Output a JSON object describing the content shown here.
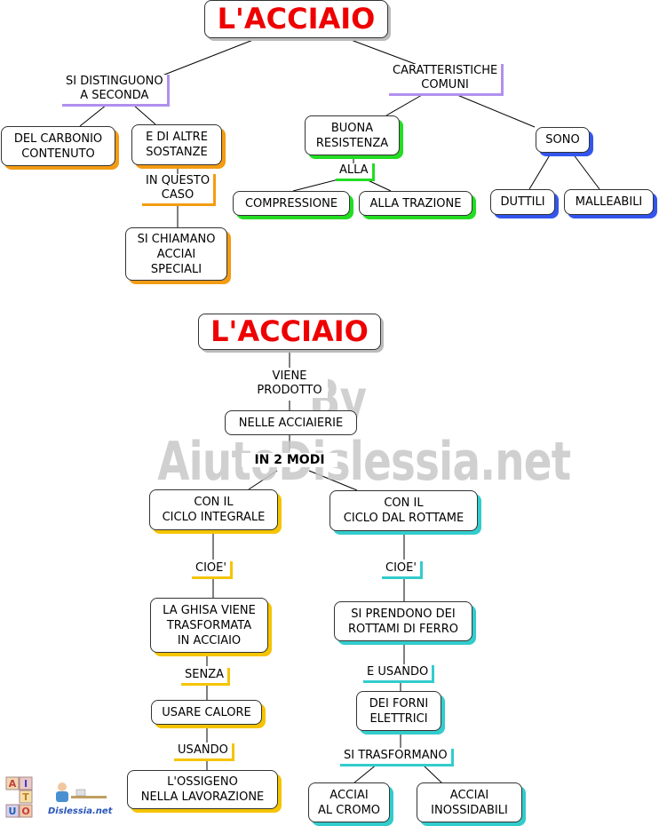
{
  "map1": {
    "title": "L'ACCIAIO",
    "labels": {
      "distinguish": "SI DISTINGUONO\nA SECONDA",
      "in_this_case": "IN QUESTO\nCASO",
      "common": "CARATTERISTICHE\nCOMUNI",
      "alla": "ALLA"
    },
    "nodes": {
      "carbon": "DEL CARBONIO\nCONTENUTO",
      "other": "E DI ALTRE\nSOSTANZE",
      "special": "SI CHIAMANO\nACCIAI\nSPECIALI",
      "resistance": "BUONA\nRESISTENZA",
      "compression": "COMPRESSIONE",
      "traction": "ALLA TRAZIONE",
      "sono": "SONO",
      "ductile": "DUTTILI",
      "malleable": "MALLEABILI"
    }
  },
  "map2": {
    "title": "L'ACCIAIO",
    "labels": {
      "produced": "VIENE\nPRODOTTO",
      "two_ways": "IN 2 MODI",
      "cioe_left": "CIOE'",
      "cioe_right": "CIOE'",
      "senza": "SENZA",
      "usando": "USANDO",
      "e_usando": "E USANDO",
      "si_trasformano": "SI TRASFORMANO"
    },
    "nodes": {
      "steelworks": "NELLE ACCIAIERIE",
      "integral": "CON IL\nCICLO INTEGRALE",
      "scrap": "CON IL\nCICLO DAL ROTTAME",
      "ghisa": "LA GHISA VIENE\nTRASFORMATA\nIN ACCIAIO",
      "heat": "USARE CALORE",
      "oxygen": "L'OSSIGENO\nNELLA LAVORAZIONE",
      "scrap_iron": "SI PRENDONO DEI\nROTTAMI DI FERRO",
      "furnaces": "DEI FORNI\nELETTRICI",
      "chrome": "ACCIAI\nAL CROMO",
      "stainless": "ACCIAI\nINOSSIDABILI"
    }
  },
  "watermark": "By AiutoDislessia.net",
  "logo": {
    "letters": [
      "A",
      "I",
      "T",
      "U",
      "O"
    ],
    "caption": "Dislessia.net"
  },
  "colors": {
    "title": "#ee0000",
    "orange": "#f39c12",
    "green": "#22dd22",
    "blue": "#3355ee",
    "purple": "#b090ee",
    "yellow": "#f5c400",
    "cyan": "#33cccc"
  }
}
